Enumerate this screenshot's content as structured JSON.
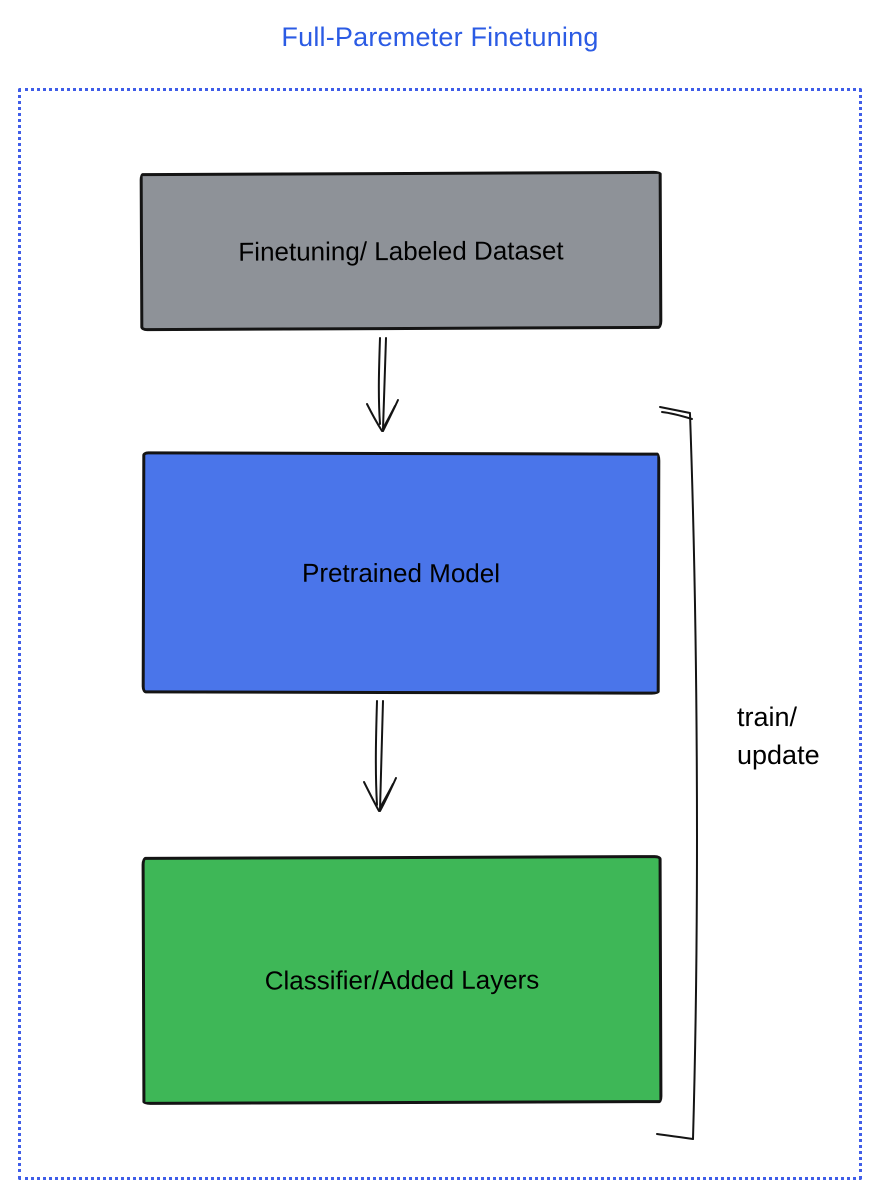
{
  "title": "Full-Paremeter Finetuning",
  "colors": {
    "title_blue": "#2b5be4",
    "frame_dotted_blue": "#3f5de8",
    "dataset_box_gray": "#8e9298",
    "pretrained_box_blue": "#4a75ea",
    "classifier_box_green": "#3eb757",
    "sketch_stroke": "#141414"
  },
  "boxes": [
    {
      "id": "dataset",
      "label": "Finetuning/ Labeled Dataset"
    },
    {
      "id": "pretrained-model",
      "label": "Pretrained Model"
    },
    {
      "id": "classifier",
      "label": "Classifier/Added Layers"
    }
  ],
  "annotations": {
    "bracket_label": "train/\nupdate"
  }
}
